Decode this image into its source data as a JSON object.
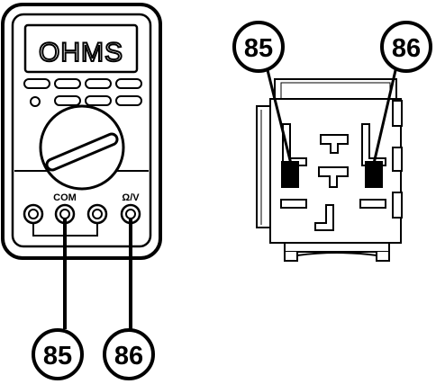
{
  "meter": {
    "display_text": "OHMS",
    "jack_labels": {
      "com": "COM",
      "ohm_v": "Ω/V"
    }
  },
  "callouts": {
    "meter_left": "85",
    "meter_right": "86",
    "relay_left": "85",
    "relay_right": "86"
  },
  "colors": {
    "ink": "#000000",
    "paper": "#ffffff"
  }
}
